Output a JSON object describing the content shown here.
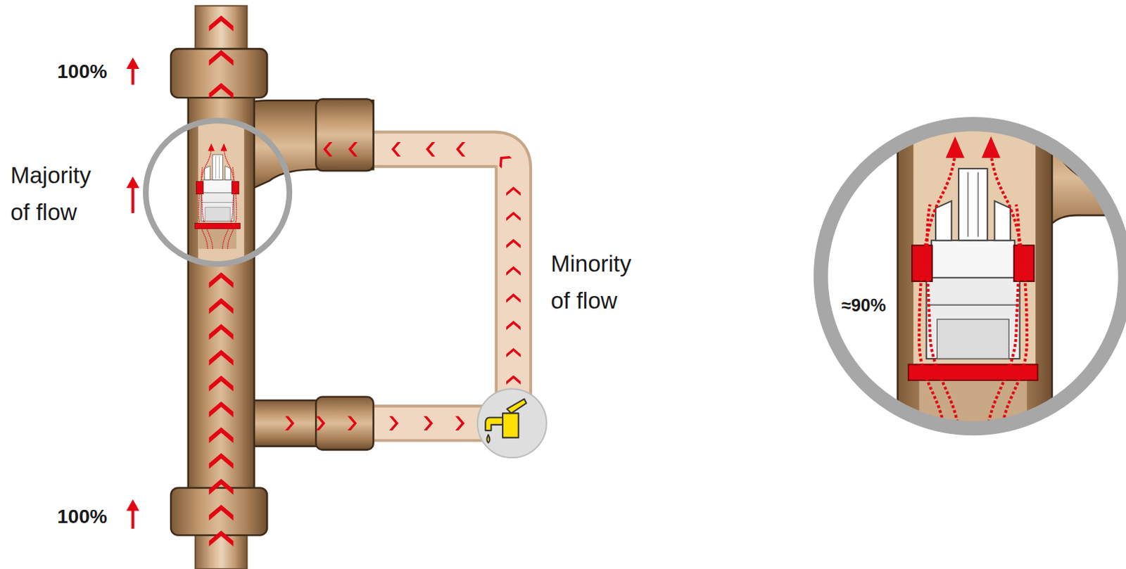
{
  "diagram": {
    "labels": [
      "100%",
      "Majority of flow",
      "Minority of flow",
      "100%",
      "≈90%"
    ]
  }
}
